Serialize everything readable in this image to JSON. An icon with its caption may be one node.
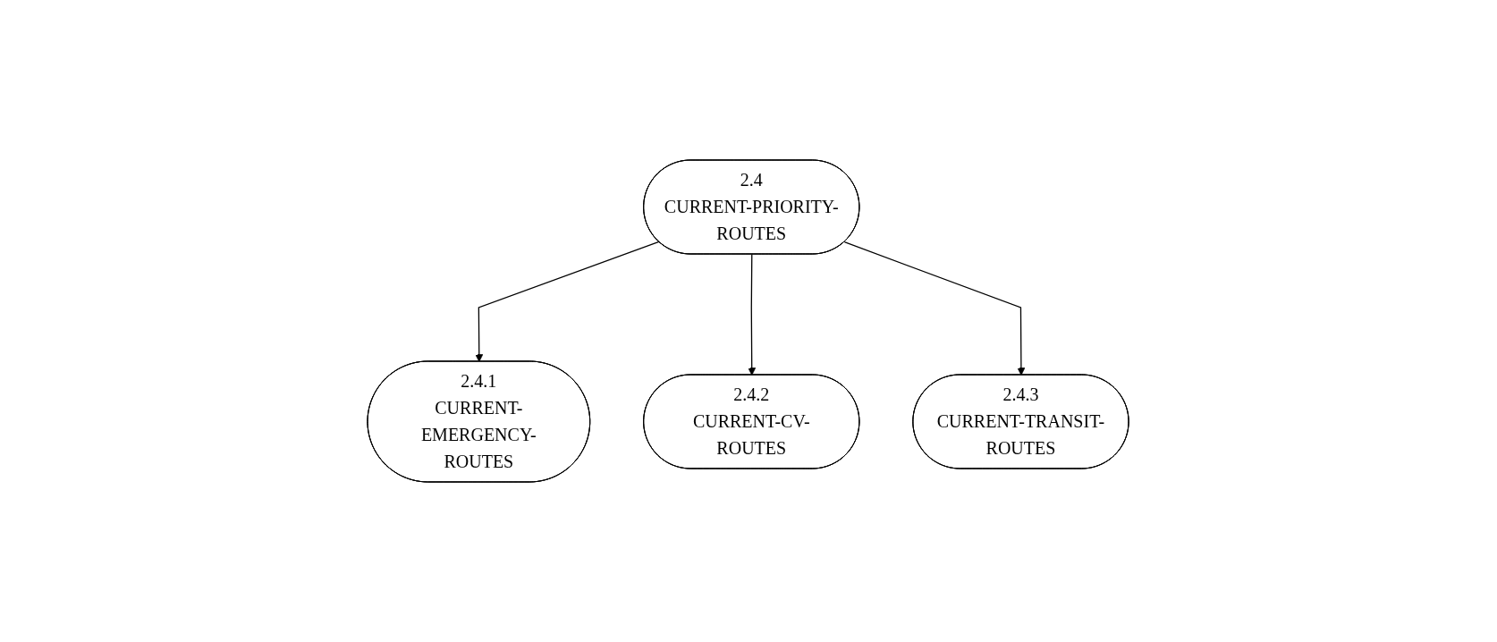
{
  "diagram": {
    "nodes": [
      {
        "text": [
          "2.4",
          "CURRENT-PRIORITY-ROUTES"
        ]
      },
      {
        "text": [
          "2.4.1",
          "CURRENT-EMERGENCY-ROUTES"
        ]
      },
      {
        "text": [
          "2.4.2",
          "CURRENT-CV-ROUTES"
        ]
      },
      {
        "text": [
          "2.4.3",
          "CURRENT-TRANSIT-ROUTES"
        ]
      }
    ],
    "edges": [
      {
        "from": 0,
        "to": 1,
        "arrow": "to"
      },
      {
        "from": 0,
        "to": 2,
        "arrow": "to"
      },
      {
        "from": 0,
        "to": 3,
        "arrow": "to"
      }
    ]
  }
}
